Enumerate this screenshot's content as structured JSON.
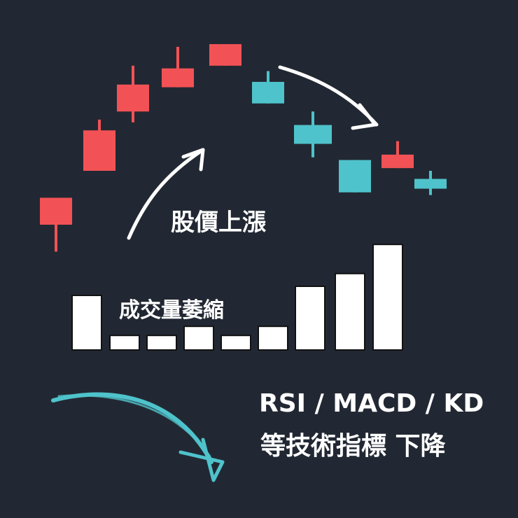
{
  "colors": {
    "background": "#222833",
    "bullish": "#f25255",
    "bearish": "#4fc3cb",
    "volume": "#ffffff",
    "arrow_white": "#ffffff",
    "arrow_teal": "#4fc3cb"
  },
  "labels": {
    "price_rise": "股價上漲",
    "volume_shrink": "成交量萎縮",
    "indicators": "RSI / MACD / KD",
    "indicators_down": "等技術指標 下降"
  },
  "candles": [
    {
      "color": "bullish",
      "open": 2,
      "close": 3,
      "high": 3,
      "low": 1
    },
    {
      "color": "bullish",
      "open": 4,
      "close": 5.5,
      "high": 5.9,
      "low": 4
    },
    {
      "color": "bullish",
      "open": 6.2,
      "close": 7.2,
      "high": 7.9,
      "low": 5.8
    },
    {
      "color": "bullish",
      "open": 7.1,
      "close": 7.8,
      "high": 8.6,
      "low": 7.1
    },
    {
      "color": "bullish",
      "open": 7.9,
      "close": 8.7,
      "high": 8.7,
      "low": 7.9
    },
    {
      "color": "bearish",
      "open": 7.3,
      "close": 6.5,
      "high": 7.7,
      "low": 6.5
    },
    {
      "color": "bearish",
      "open": 5.7,
      "close": 5.0,
      "high": 6.2,
      "low": 4.5
    },
    {
      "color": "bearish",
      "open": 4.4,
      "close": 3.2,
      "high": 4.4,
      "low": 3.2
    },
    {
      "color": "bullish",
      "open": 4.1,
      "close": 4.6,
      "high": 5.1,
      "low": 4.1
    },
    {
      "color": "bearish",
      "open": 3.7,
      "close": 3.4,
      "high": 4.0,
      "low": 3.1
    }
  ],
  "volumes": [
    3,
    0.8,
    0.8,
    1.3,
    0.8,
    1.3,
    3.5,
    4.2,
    5.8
  ],
  "icons": {
    "rise_arrow": "curved-up-right-arrow-icon",
    "fall_arrow": "curved-down-right-arrow-icon",
    "indicator_arrow": "curved-down-arrow-icon"
  }
}
